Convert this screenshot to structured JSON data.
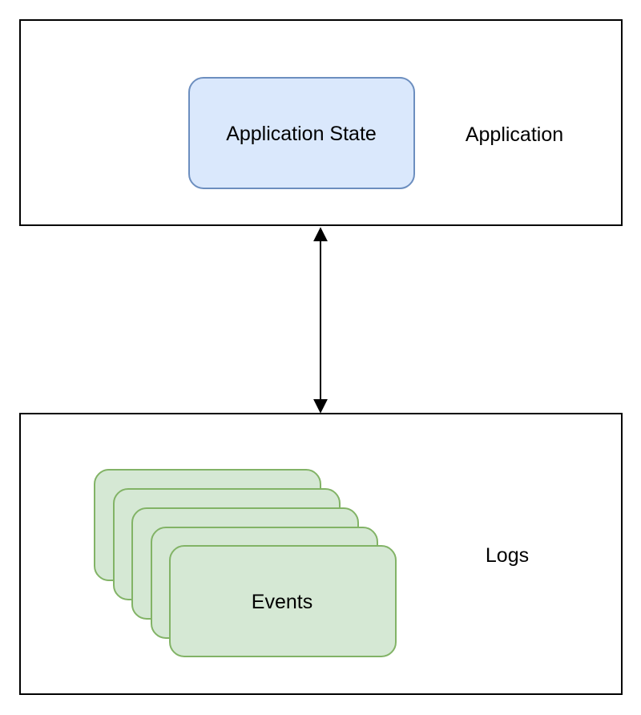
{
  "diagram": {
    "application_box": {
      "label": "Application"
    },
    "application_state_node": {
      "label": "Application State",
      "fill": "#dae8fc",
      "stroke": "#6c8ebf"
    },
    "logs_box": {
      "label": "Logs"
    },
    "events_stack": {
      "label": "Events",
      "fill": "#d5e8d4",
      "stroke": "#82b366"
    },
    "connector": {
      "direction": "bidirectional",
      "color": "#000000"
    }
  }
}
